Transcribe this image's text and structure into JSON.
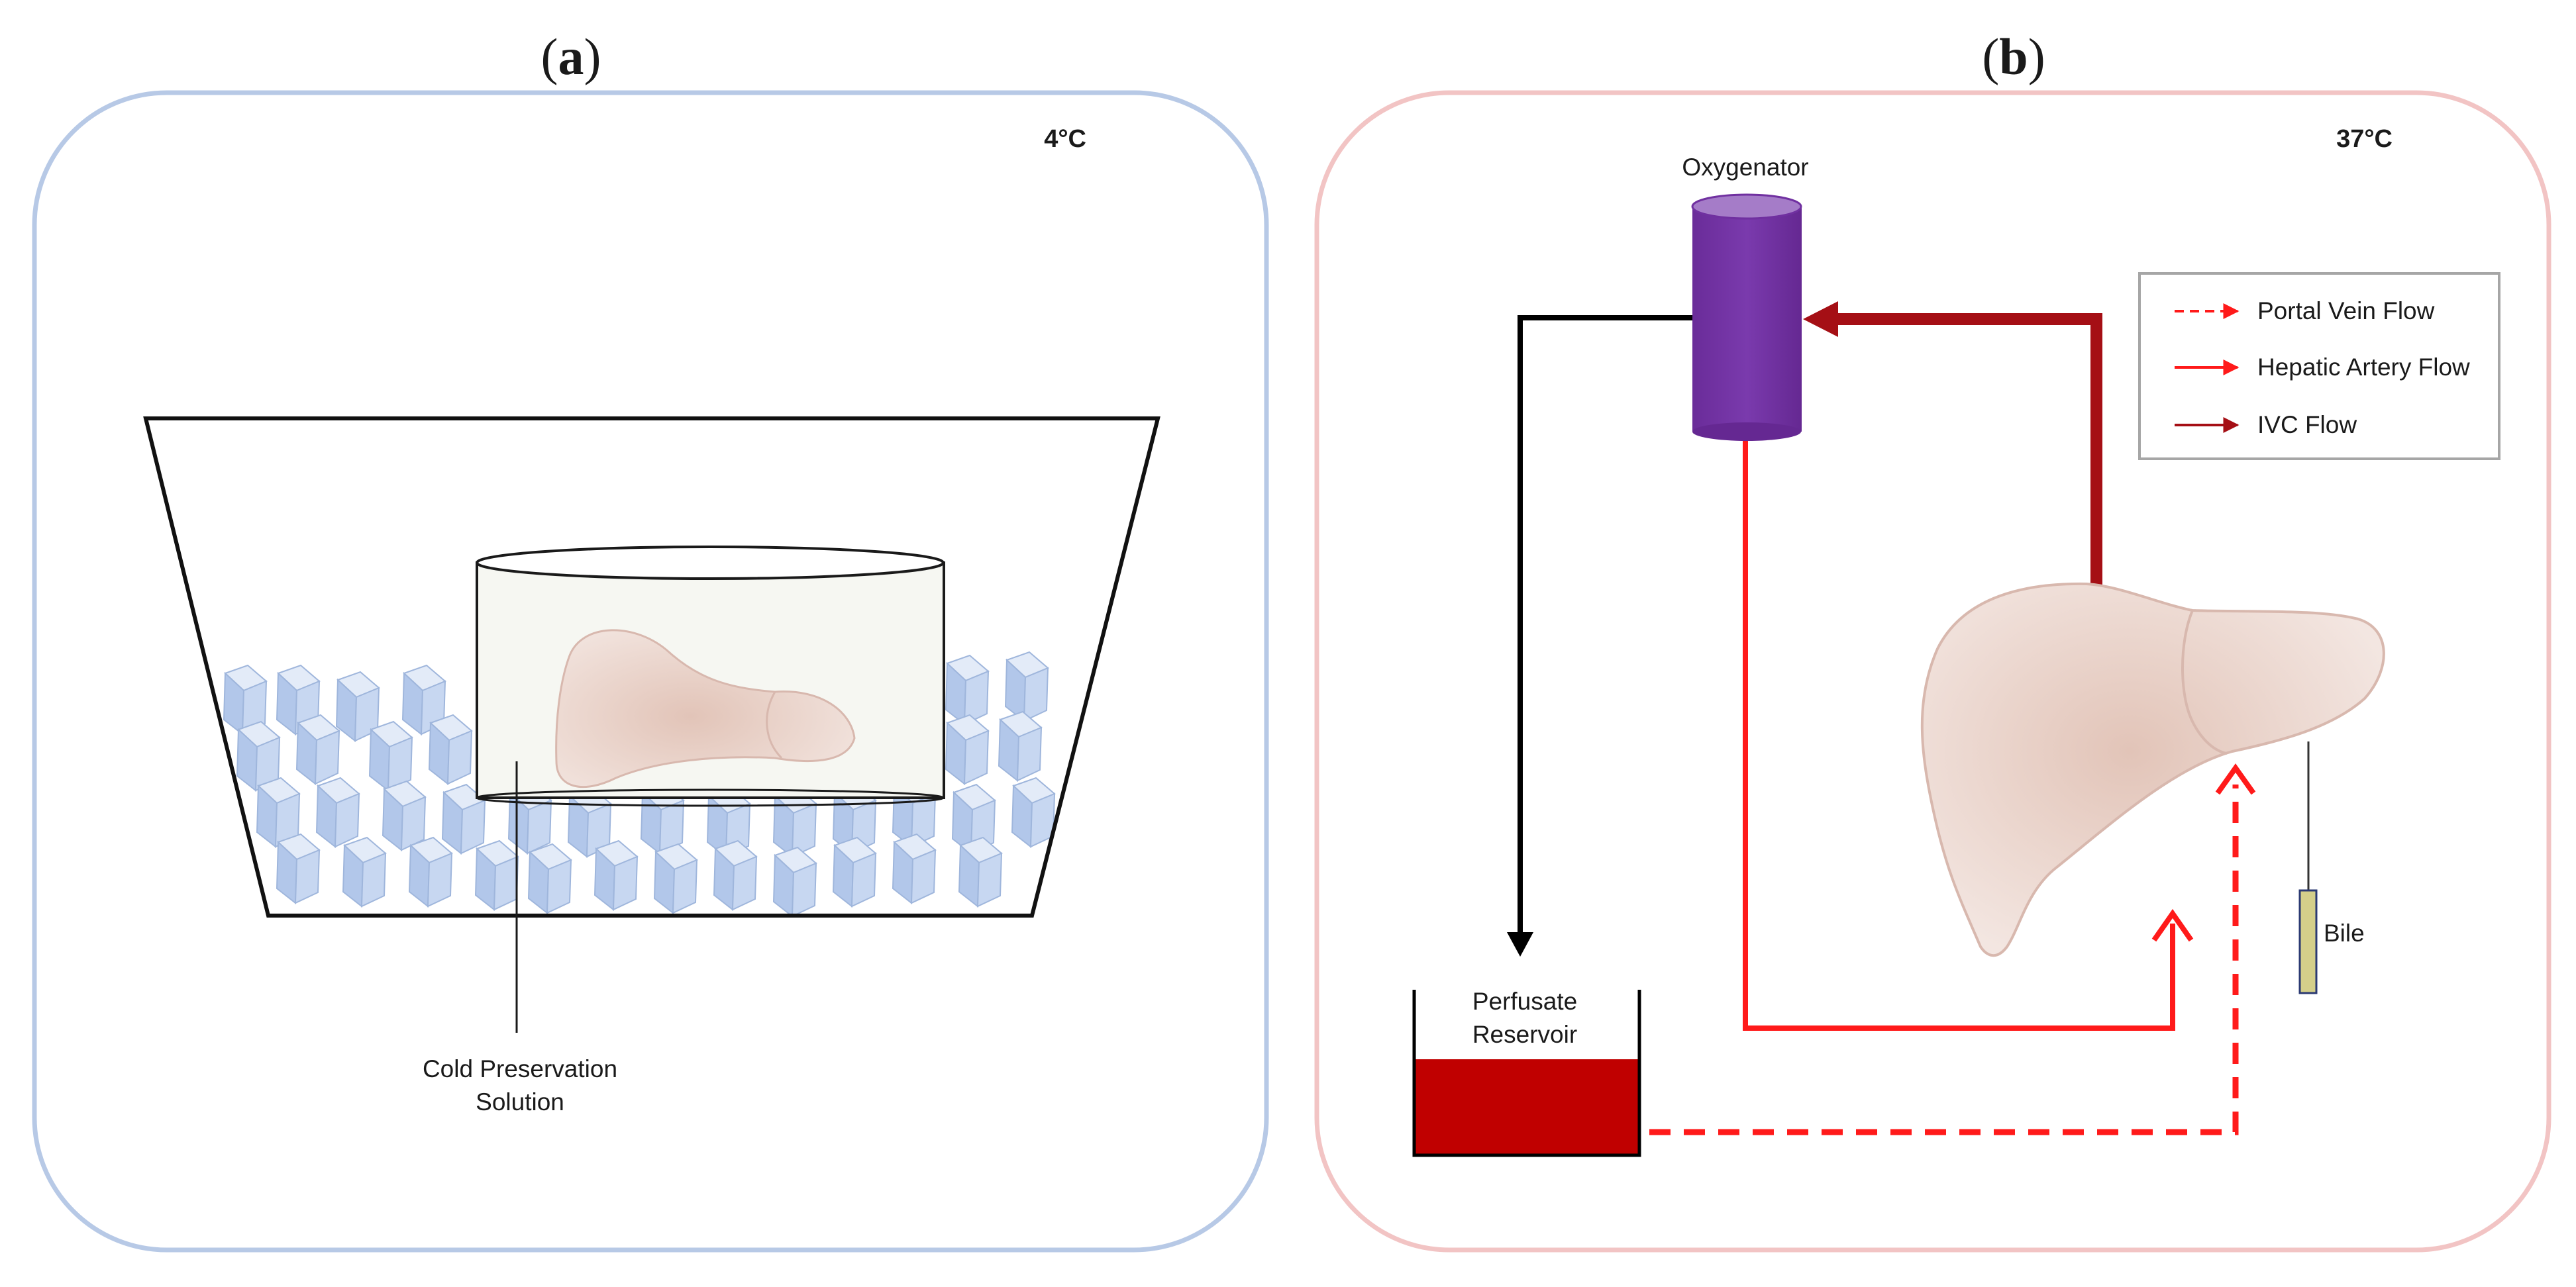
{
  "panel_a": {
    "letter_open": "(",
    "letter": "a",
    "letter_close": ")",
    "temperature": "4°C",
    "label_line1": "Cold Preservation",
    "label_line2": "Solution",
    "border_color": "#b7c9e6"
  },
  "panel_b": {
    "letter_open": "(",
    "letter": "b",
    "letter_close": ")",
    "temperature": "37°C",
    "oxygenator_label": "Oxygenator",
    "reservoir_line1": "Perfusate",
    "reservoir_line2": "Reservoir",
    "bile_label": "Bile",
    "border_color": "#f2c4c4",
    "legend": [
      {
        "label": "Portal Vein Flow",
        "style": "dashed",
        "color": "#ff1a1a"
      },
      {
        "label": "Hepatic Artery Flow",
        "style": "solid",
        "color": "#ff1a1a"
      },
      {
        "label": "IVC Flow",
        "style": "solid",
        "color": "#a50f15"
      }
    ]
  },
  "colors": {
    "oxygenator": "#7030a0",
    "reservoir_fill": "#c00000",
    "portal_vein": "#ff1a1a",
    "hepatic_artery": "#ff1a1a",
    "ivc": "#a50f15",
    "return_line": "#000000",
    "liver": "#ecd8d0",
    "ice": "#bcd0ee",
    "bile_tube": "#d4cf8a"
  }
}
